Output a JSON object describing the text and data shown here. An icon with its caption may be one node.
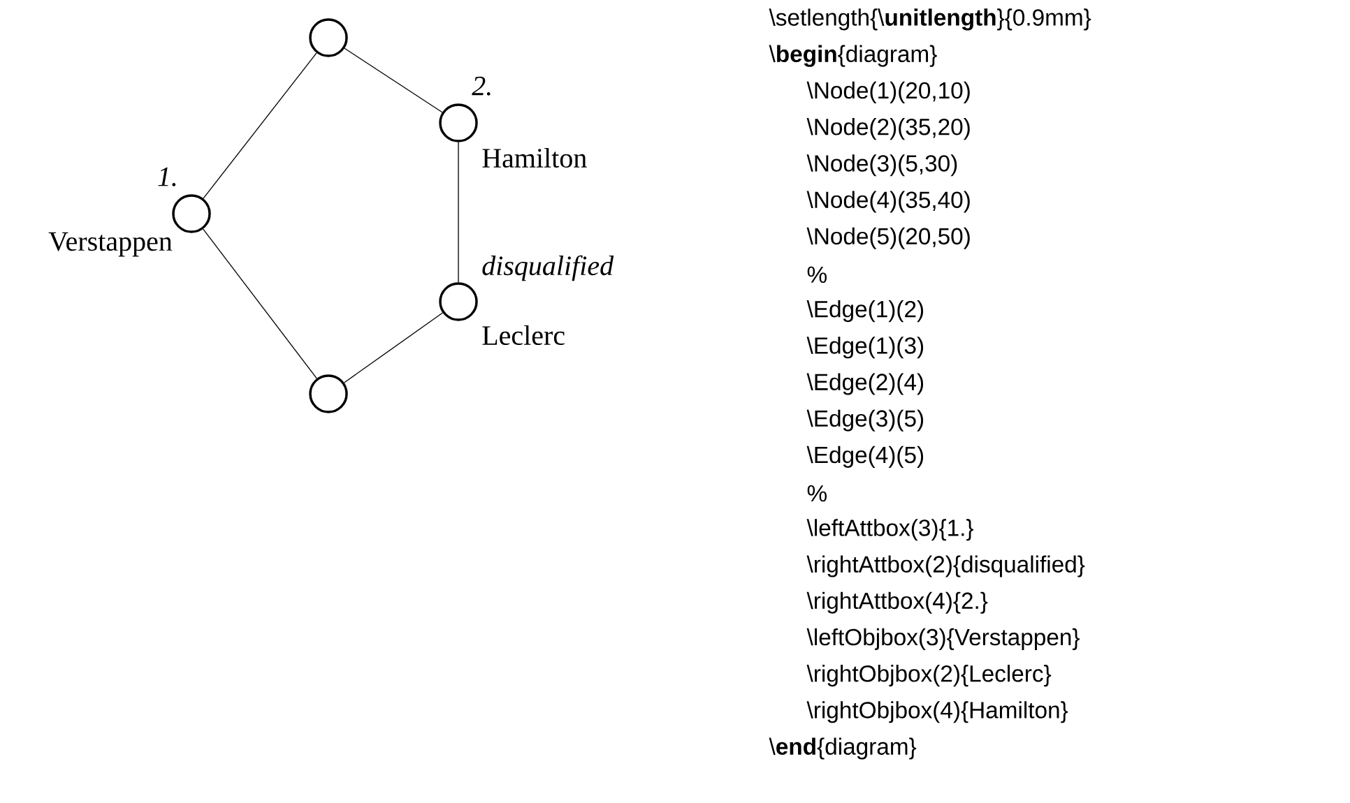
{
  "diagram": {
    "nodes": [
      {
        "text": [],
        "shape": "circle"
      },
      {
        "text": [],
        "shape": "circle",
        "beside": [
          "2.",
          "Hamilton"
        ]
      },
      {
        "text": [],
        "shape": "circle",
        "beside": [
          "1.",
          "Verstappen"
        ]
      },
      {
        "text": [],
        "shape": "circle",
        "beside": [
          "disqualified",
          "Leclerc"
        ]
      },
      {
        "text": [],
        "shape": "circle"
      }
    ],
    "edges": [
      {
        "from": 0,
        "to": 1,
        "arrow": "none"
      },
      {
        "from": 0,
        "to": 2,
        "arrow": "none"
      },
      {
        "from": 1,
        "to": 3,
        "arrow": "none"
      },
      {
        "from": 2,
        "to": 4,
        "arrow": "none"
      },
      {
        "from": 3,
        "to": 4,
        "arrow": "none"
      }
    ],
    "labels": [
      "\\setlength{\\**unitlength**}{0.9mm}",
      "\\**begin**{diagram}",
      "\\Node(1)(20,10)",
      "\\Node(2)(35,20)",
      "\\Node(3)(5,30)",
      "\\Node(4)(35,40)",
      "\\Node(5)(20,50)",
      "%",
      "\\Edge(1)(2)",
      "\\Edge(1)(3)",
      "\\Edge(2)(4)",
      "\\Edge(3)(5)",
      "\\Edge(4)(5)",
      "%",
      "\\leftAttbox(3){1.}",
      "\\rightAttbox(2){disqualified}",
      "\\rightAttbox(4){2.}",
      "\\leftObjbox(3){Verstappen}",
      "\\rightObjbox(2){Leclerc}",
      "\\rightObjbox(4){Hamilton}",
      "\\**end**{diagram}"
    ]
  }
}
